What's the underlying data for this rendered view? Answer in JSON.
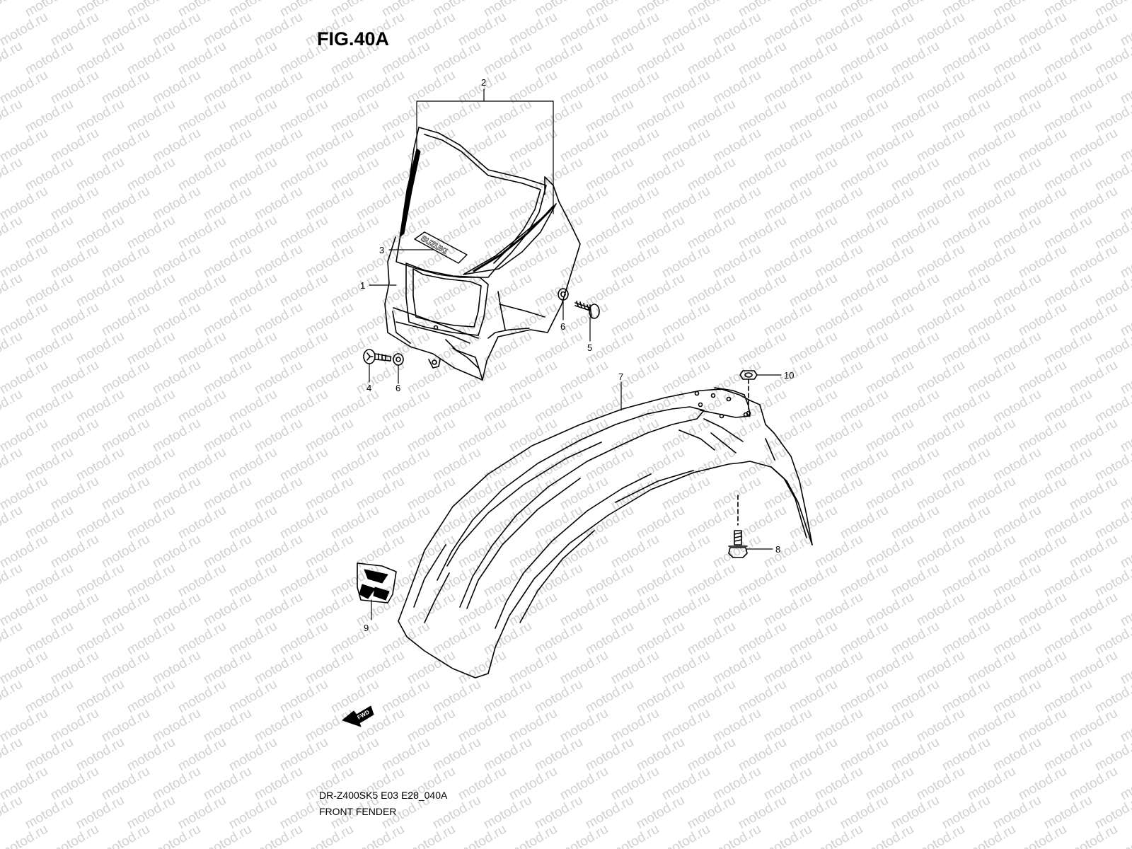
{
  "figure": {
    "title": "FIG.40A",
    "model_code": "DR-Z400SK5 E03 E28_040A",
    "part_group": "FRONT FENDER"
  },
  "watermark": {
    "text": "motod.ru"
  },
  "callouts": [
    "1",
    "2",
    "3",
    "4",
    "5",
    "6",
    "6",
    "7",
    "8",
    "9",
    "10"
  ],
  "decal": {
    "brand_text": "SUZUKI"
  },
  "fwd_arrow": {
    "label": "FWD"
  }
}
